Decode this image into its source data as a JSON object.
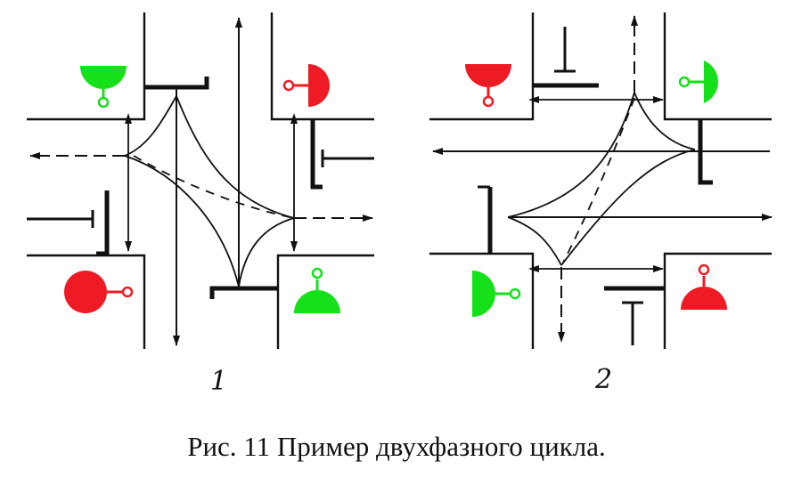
{
  "figure": {
    "caption": "Рис. 11 Пример двухфазного цикла.",
    "panels": [
      {
        "number": "1",
        "signals": [
          "green",
          "red",
          "red",
          "green"
        ]
      },
      {
        "number": "2",
        "signals": [
          "red",
          "green",
          "green",
          "red"
        ]
      }
    ]
  },
  "colors": {
    "green": "#16e01a",
    "red": "#ee1b24",
    "line": "#111111"
  },
  "icons": {
    "signal": "traffic-signal-icon",
    "arrow": "arrow-icon"
  }
}
